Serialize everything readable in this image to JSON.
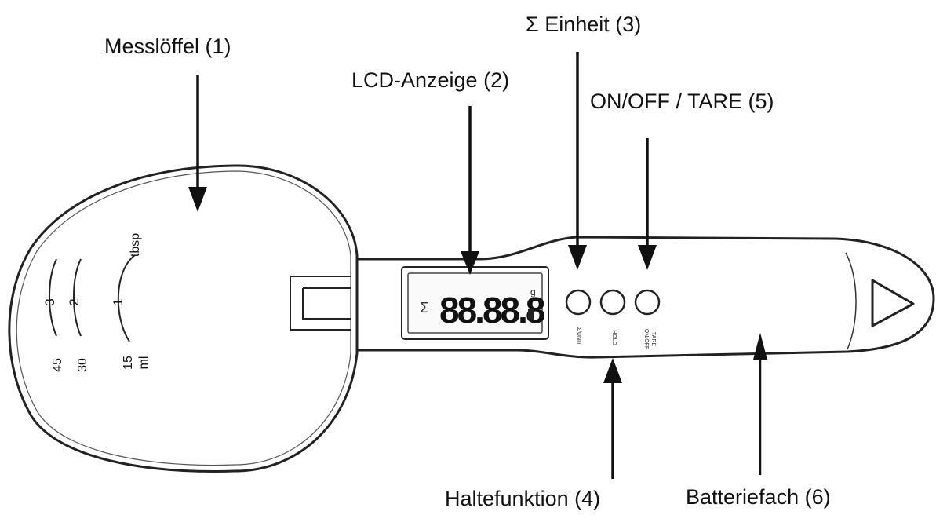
{
  "labels": {
    "spoon": "Messlöffel (1)",
    "lcd": "LCD-Anzeige (2)",
    "unit": "Σ Einheit (3)",
    "hold": "Haltefunktion (4)",
    "power": "ON/OFF / TARE (5)",
    "battery": "Batteriefach (6)"
  },
  "scale": {
    "tbsp_unit": "tbsp",
    "tbsp_marks": [
      "3",
      "2",
      "1"
    ],
    "ml_unit": "ml",
    "ml_marks": [
      "45",
      "30",
      "15"
    ]
  },
  "display": {
    "digits": "88.88.8",
    "side_text": "g"
  },
  "buttons": {
    "unit": "Σ/UNIT",
    "hold": "HOLD",
    "power_line1": "ON/OFF",
    "power_line2": "TARE"
  }
}
